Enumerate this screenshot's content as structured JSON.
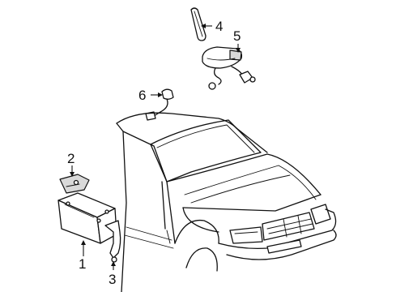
{
  "callouts": [
    {
      "id": "1",
      "label": "1"
    },
    {
      "id": "2",
      "label": "2"
    },
    {
      "id": "3",
      "label": "3"
    },
    {
      "id": "4",
      "label": "4"
    },
    {
      "id": "5",
      "label": "5"
    },
    {
      "id": "6",
      "label": "6"
    }
  ],
  "colors": {
    "line": "#111111",
    "background": "#ffffff",
    "part_shade": "#d9d9d9"
  }
}
